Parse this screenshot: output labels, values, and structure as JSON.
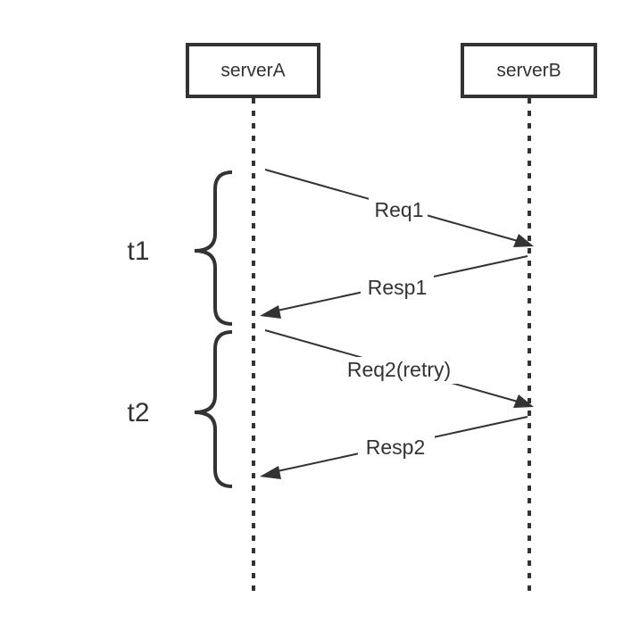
{
  "diagram": {
    "type": "sequence",
    "actors": [
      {
        "id": "A",
        "label": "serverA"
      },
      {
        "id": "B",
        "label": "serverB"
      }
    ],
    "messages": [
      {
        "from": "A",
        "to": "B",
        "label": "Req1"
      },
      {
        "from": "B",
        "to": "A",
        "label": "Resp1"
      },
      {
        "from": "A",
        "to": "B",
        "label": "Req2(retry)"
      },
      {
        "from": "B",
        "to": "A",
        "label": "Resp2"
      }
    ],
    "intervals": [
      {
        "label": "t1",
        "spans": [
          "Req1",
          "Resp1"
        ]
      },
      {
        "label": "t2",
        "spans": [
          "Req2(retry)",
          "Resp2"
        ]
      }
    ],
    "line_color": "#333333",
    "background": "#ffffff"
  }
}
